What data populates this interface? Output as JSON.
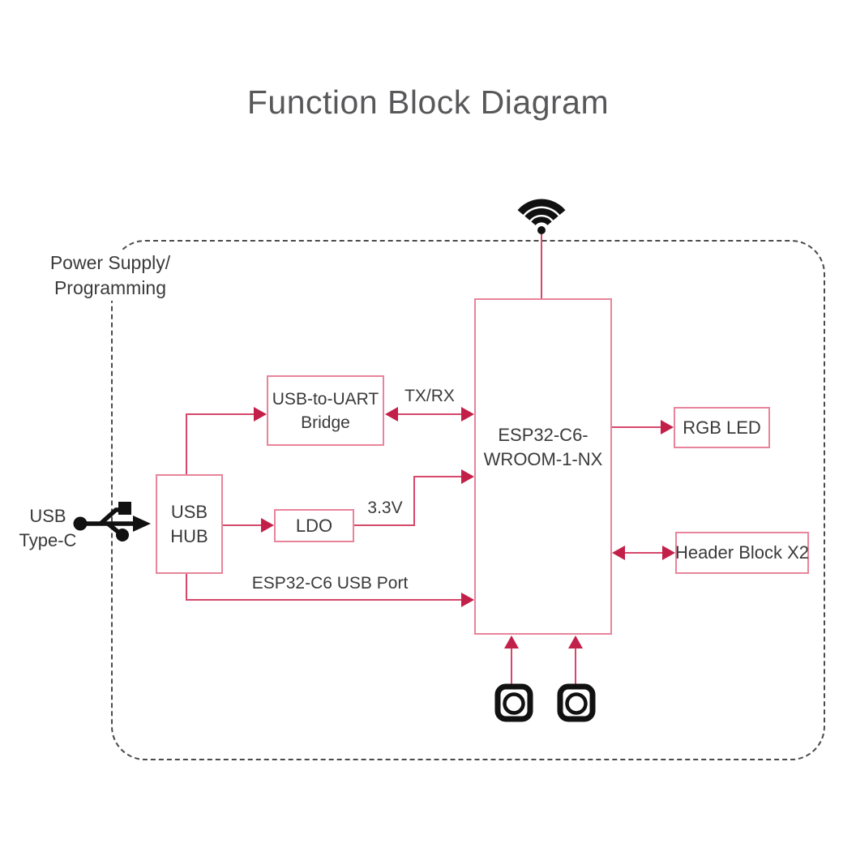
{
  "title": "Function Block Diagram",
  "frame_label": {
    "line1": "Power Supply/",
    "line2": "Programming"
  },
  "nodes": {
    "usb_uart": {
      "line1": "USB-to-UART",
      "line2": "Bridge"
    },
    "usb_hub": {
      "line1": "USB",
      "line2": "HUB"
    },
    "ldo": {
      "label": "LDO"
    },
    "esp32": {
      "line1": "ESP32-C6-",
      "line2": "WROOM-1-NX"
    },
    "rgb_led": {
      "label": "RGB LED"
    },
    "header_block": {
      "label": "Header Block X2"
    }
  },
  "edge_labels": {
    "uart": "TX/RX",
    "power": "3.3V",
    "usb_port": "ESP32-C6 USB Port"
  },
  "external_label": {
    "line1": "USB",
    "line2": "Type-C"
  },
  "icons": {
    "wifi": "wifi-icon",
    "usb_connector": "usb-connector-icon",
    "button_left": "push-button-icon",
    "button_right": "push-button-icon"
  },
  "colors": {
    "line": "#d6486b",
    "arrowhead": "#c32049",
    "box_border": "#e8849b",
    "frame_border": "#4a4a4a",
    "text": "#3a3a3a",
    "title": "#58585a",
    "icon": "#111111"
  }
}
